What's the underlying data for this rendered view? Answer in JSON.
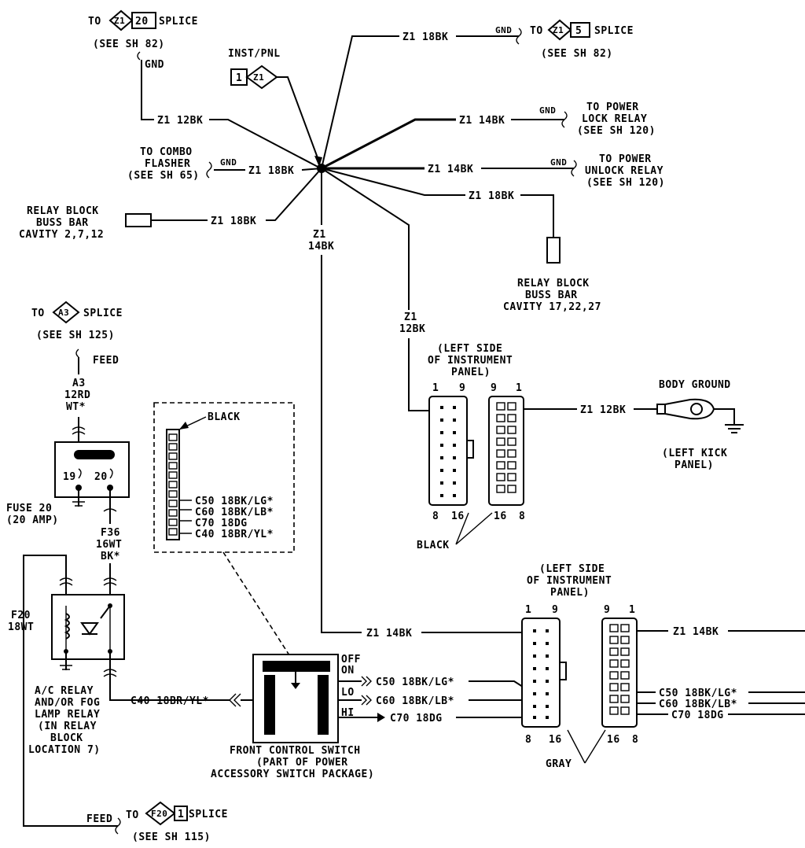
{
  "top_splice": {
    "to": "TO",
    "circle": "Z1",
    "pin": "20",
    "splice": "SPLICE",
    "see": "(SEE SH 82)",
    "gnd": "GND"
  },
  "right_splice": {
    "gnd": "GND",
    "to": "TO",
    "circle": "Z1",
    "pin": "5",
    "splice": "SPLICE",
    "see": "(SEE SH 82)"
  },
  "inst_pnl": {
    "label": "INST/PNL",
    "pin": "1",
    "circle": "Z1"
  },
  "wires": {
    "z1_18bk_top": "Z1 18BK",
    "z1_12bk_left": "Z1 12BK",
    "z1_14bk_lock": "Z1 14BK",
    "z1_18bk_combo": "Z1 18BK",
    "z1_14bk_unlock": "Z1 14BK",
    "z1_18bk_relay_right": "Z1 18BK",
    "z1_18bk_relay_left": "Z1 18BK",
    "z1_vert_a": "Z1",
    "z1_vert_b": "14BK",
    "z1_vert2_a": "Z1",
    "z1_vert2_b": "12BK",
    "z1_12bk_ground": "Z1 12BK",
    "z1_14bk_lower": "Z1 14BK",
    "z1_14bk_lower_right": "Z1 14BK"
  },
  "power_lock": {
    "gnd": "GND",
    "line1": "TO POWER",
    "line2": "LOCK RELAY",
    "line3": "(SEE SH 120)"
  },
  "power_unlock": {
    "gnd": "GND",
    "line1": "TO POWER",
    "line2": "UNLOCK RELAY",
    "line3": "(SEE SH 120)"
  },
  "combo_flasher": {
    "line1": "TO COMBO",
    "line2": "FLASHER",
    "line3": "(SEE SH 65)",
    "gnd": "GND"
  },
  "relay_block_left": {
    "line1": "RELAY BLOCK",
    "line2": "BUSS BAR",
    "line3": "CAVITY 2,7,12"
  },
  "relay_block_right": {
    "line1": "RELAY BLOCK",
    "line2": "BUSS BAR",
    "line3": "CAVITY 17,22,27"
  },
  "a3_splice": {
    "to": "TO",
    "circle": "A3",
    "splice": "SPLICE",
    "see": "(SEE SH 125)",
    "feed": "FEED",
    "w1": "A3",
    "w2": "12RD",
    "w3": "WT*"
  },
  "fuse": {
    "left_pin": "19",
    "right_pin": "20",
    "label1": "FUSE  20",
    "label2": "(20 AMP)"
  },
  "f36": {
    "w1": "F36",
    "w2": "16WT",
    "w3": "BK*"
  },
  "f20": {
    "w1": "F20",
    "w2": "18WT"
  },
  "ac_relay": {
    "line1": "A/C RELAY",
    "line2": "AND/OR FOG",
    "line3": "LAMP RELAY",
    "line4": "(IN RELAY",
    "line5": "BLOCK",
    "line6": "LOCATION 7)"
  },
  "c40_wire": "C40  18BR/YL*",
  "inset": {
    "black": "BLACK",
    "c50": "C50  18BK/LG*",
    "c60": "C60  18BK/LB*",
    "c70": "C70  18DG",
    "c40": "C40  18BR/YL*"
  },
  "connector_upper": {
    "title1": "(LEFT SIDE",
    "title2": "OF INSTRUMENT",
    "title3": "PANEL)",
    "l1": "1",
    "l9": "9",
    "r9": "9",
    "r1": "1",
    "b8": "8",
    "b16": "16",
    "b16r": "16",
    "b8r": "8",
    "black": "BLACK"
  },
  "body_ground": {
    "title": "BODY GROUND",
    "line1": "(LEFT KICK",
    "line2": "PANEL)"
  },
  "switch": {
    "off": "OFF",
    "on": "ON",
    "lo": "LO",
    "hi": "HI",
    "c50": "C50  18BK/LG*",
    "c60": "C60  18BK/LB*",
    "c70": "C70  18DG",
    "line1": "FRONT CONTROL SWITCH",
    "line2": "(PART OF POWER",
    "line3": "ACCESSORY SWITCH PACKAGE)"
  },
  "connector_lower": {
    "title1": "(LEFT SIDE",
    "title2": "OF INSTRUMENT",
    "title3": "PANEL)",
    "l1": "1",
    "l9": "9",
    "r9": "9",
    "r1": "1",
    "b8": "8",
    "b16": "16",
    "b16r": "16",
    "b8r": "8",
    "gray": "GRAY",
    "c50": "C50  18BK/LG*",
    "c60": "C60  18BK/LB*",
    "c70": "C70  18DG"
  },
  "f20_splice": {
    "feed": "FEED",
    "to": "TO",
    "circle": "F20",
    "pin": "1",
    "splice": "SPLICE",
    "see": "(SEE SH 115)"
  }
}
